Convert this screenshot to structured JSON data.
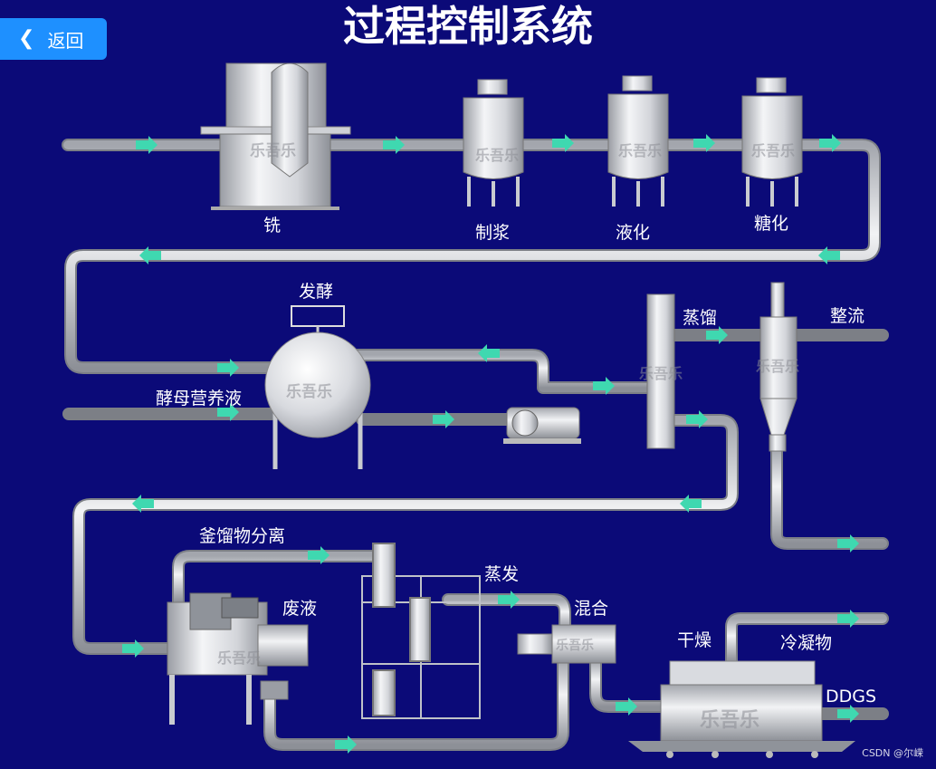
{
  "header": {
    "title": "过程控制系统",
    "back_label": "返回"
  },
  "labels": {
    "mill": "铣",
    "slurry": "制浆",
    "liquefy": "液化",
    "saccharify": "糖化",
    "ferment": "发酵",
    "yeast": "酵母营养液",
    "distill": "蒸馏",
    "rectify": "整流",
    "still_separate": "釜馏物分离",
    "waste": "废液",
    "evaporate": "蒸发",
    "mix": "混合",
    "dry": "干燥",
    "condensate": "冷凝物",
    "ddgs": "DDGS"
  },
  "watermark": "乐吾乐",
  "footer": "CSDN @尔嵘",
  "colors": {
    "background": "#0b0a78",
    "pipe": "#c8cbd2",
    "arrow": "#3fd8b0",
    "button": "#1e90ff"
  }
}
